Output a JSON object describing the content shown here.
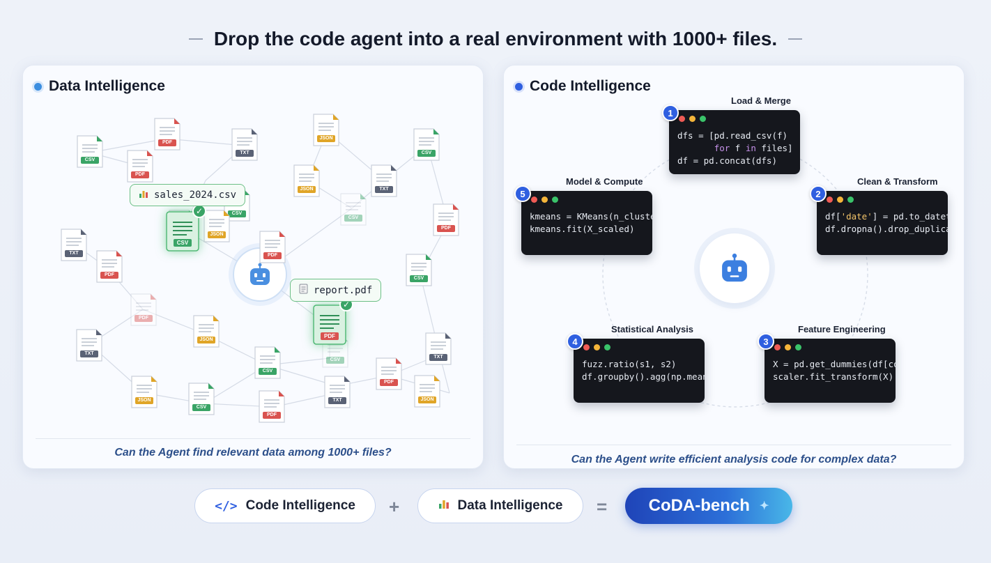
{
  "headline": "Drop the code agent into a real environment with 1000+ files.",
  "left_panel": {
    "title": "Data Intelligence",
    "dot_color": "#3b8ee0",
    "question": "Can the Agent find relevant data among 1000+ files?",
    "callouts": [
      {
        "icon": "chart-icon",
        "label": "sales_2024.csv"
      },
      {
        "icon": "document-icon",
        "label": "report.pdf"
      }
    ],
    "files": [
      "CSV",
      "PDF",
      "PDF",
      "TXT",
      "JSON",
      "CSV",
      "JSON",
      "TXT",
      "CSV",
      "CSV",
      "PDF",
      "TXT",
      "PDF",
      "PDF",
      "CSV",
      "PDF",
      "TXT",
      "JSON",
      "CSV",
      "JSON",
      "PDF",
      "TXT",
      "JSON",
      "CSV",
      "PDF",
      "TXT",
      "JSON",
      "CSV",
      "PDF",
      "CSV"
    ]
  },
  "right_panel": {
    "title": "Code Intelligence",
    "dot_color": "#2f5fe0",
    "question": "Can the Agent write efficient analysis code for complex data?",
    "steps": [
      {
        "num": "1",
        "label": "Load & Merge",
        "code": [
          "dfs = [pd.read_csv(f)",
          "       for f in files]",
          "df = pd.concat(dfs)"
        ]
      },
      {
        "num": "2",
        "label": "Clean & Transform",
        "code": [
          "df['date'] = pd.to_datet",
          "df.dropna().drop_duplica"
        ]
      },
      {
        "num": "3",
        "label": "Feature Engineering",
        "code": [
          "X = pd.get_dummies(df[co",
          "scaler.fit_transform(X)"
        ]
      },
      {
        "num": "4",
        "label": "Statistical Analysis",
        "code": [
          "fuzz.ratio(s1, s2)",
          "df.groupby().agg(np.mean"
        ]
      },
      {
        "num": "5",
        "label": "Model & Compute",
        "code": [
          "kmeans = KMeans(n_cluste",
          "kmeans.fit(X_scaled)"
        ]
      }
    ]
  },
  "equation": {
    "code_pill": {
      "icon": "code-icon",
      "label": "Code Intelligence"
    },
    "plus": "+",
    "data_pill": {
      "icon": "bar-chart-icon",
      "label": "Data Intelligence"
    },
    "equals": "=",
    "result": "CoDA-bench"
  },
  "colors": {
    "CSV": "#3aa466",
    "PDF": "#d9534f",
    "TXT": "#5a6275",
    "JSON": "#e0a527",
    "accent": "#2f5fe0"
  }
}
